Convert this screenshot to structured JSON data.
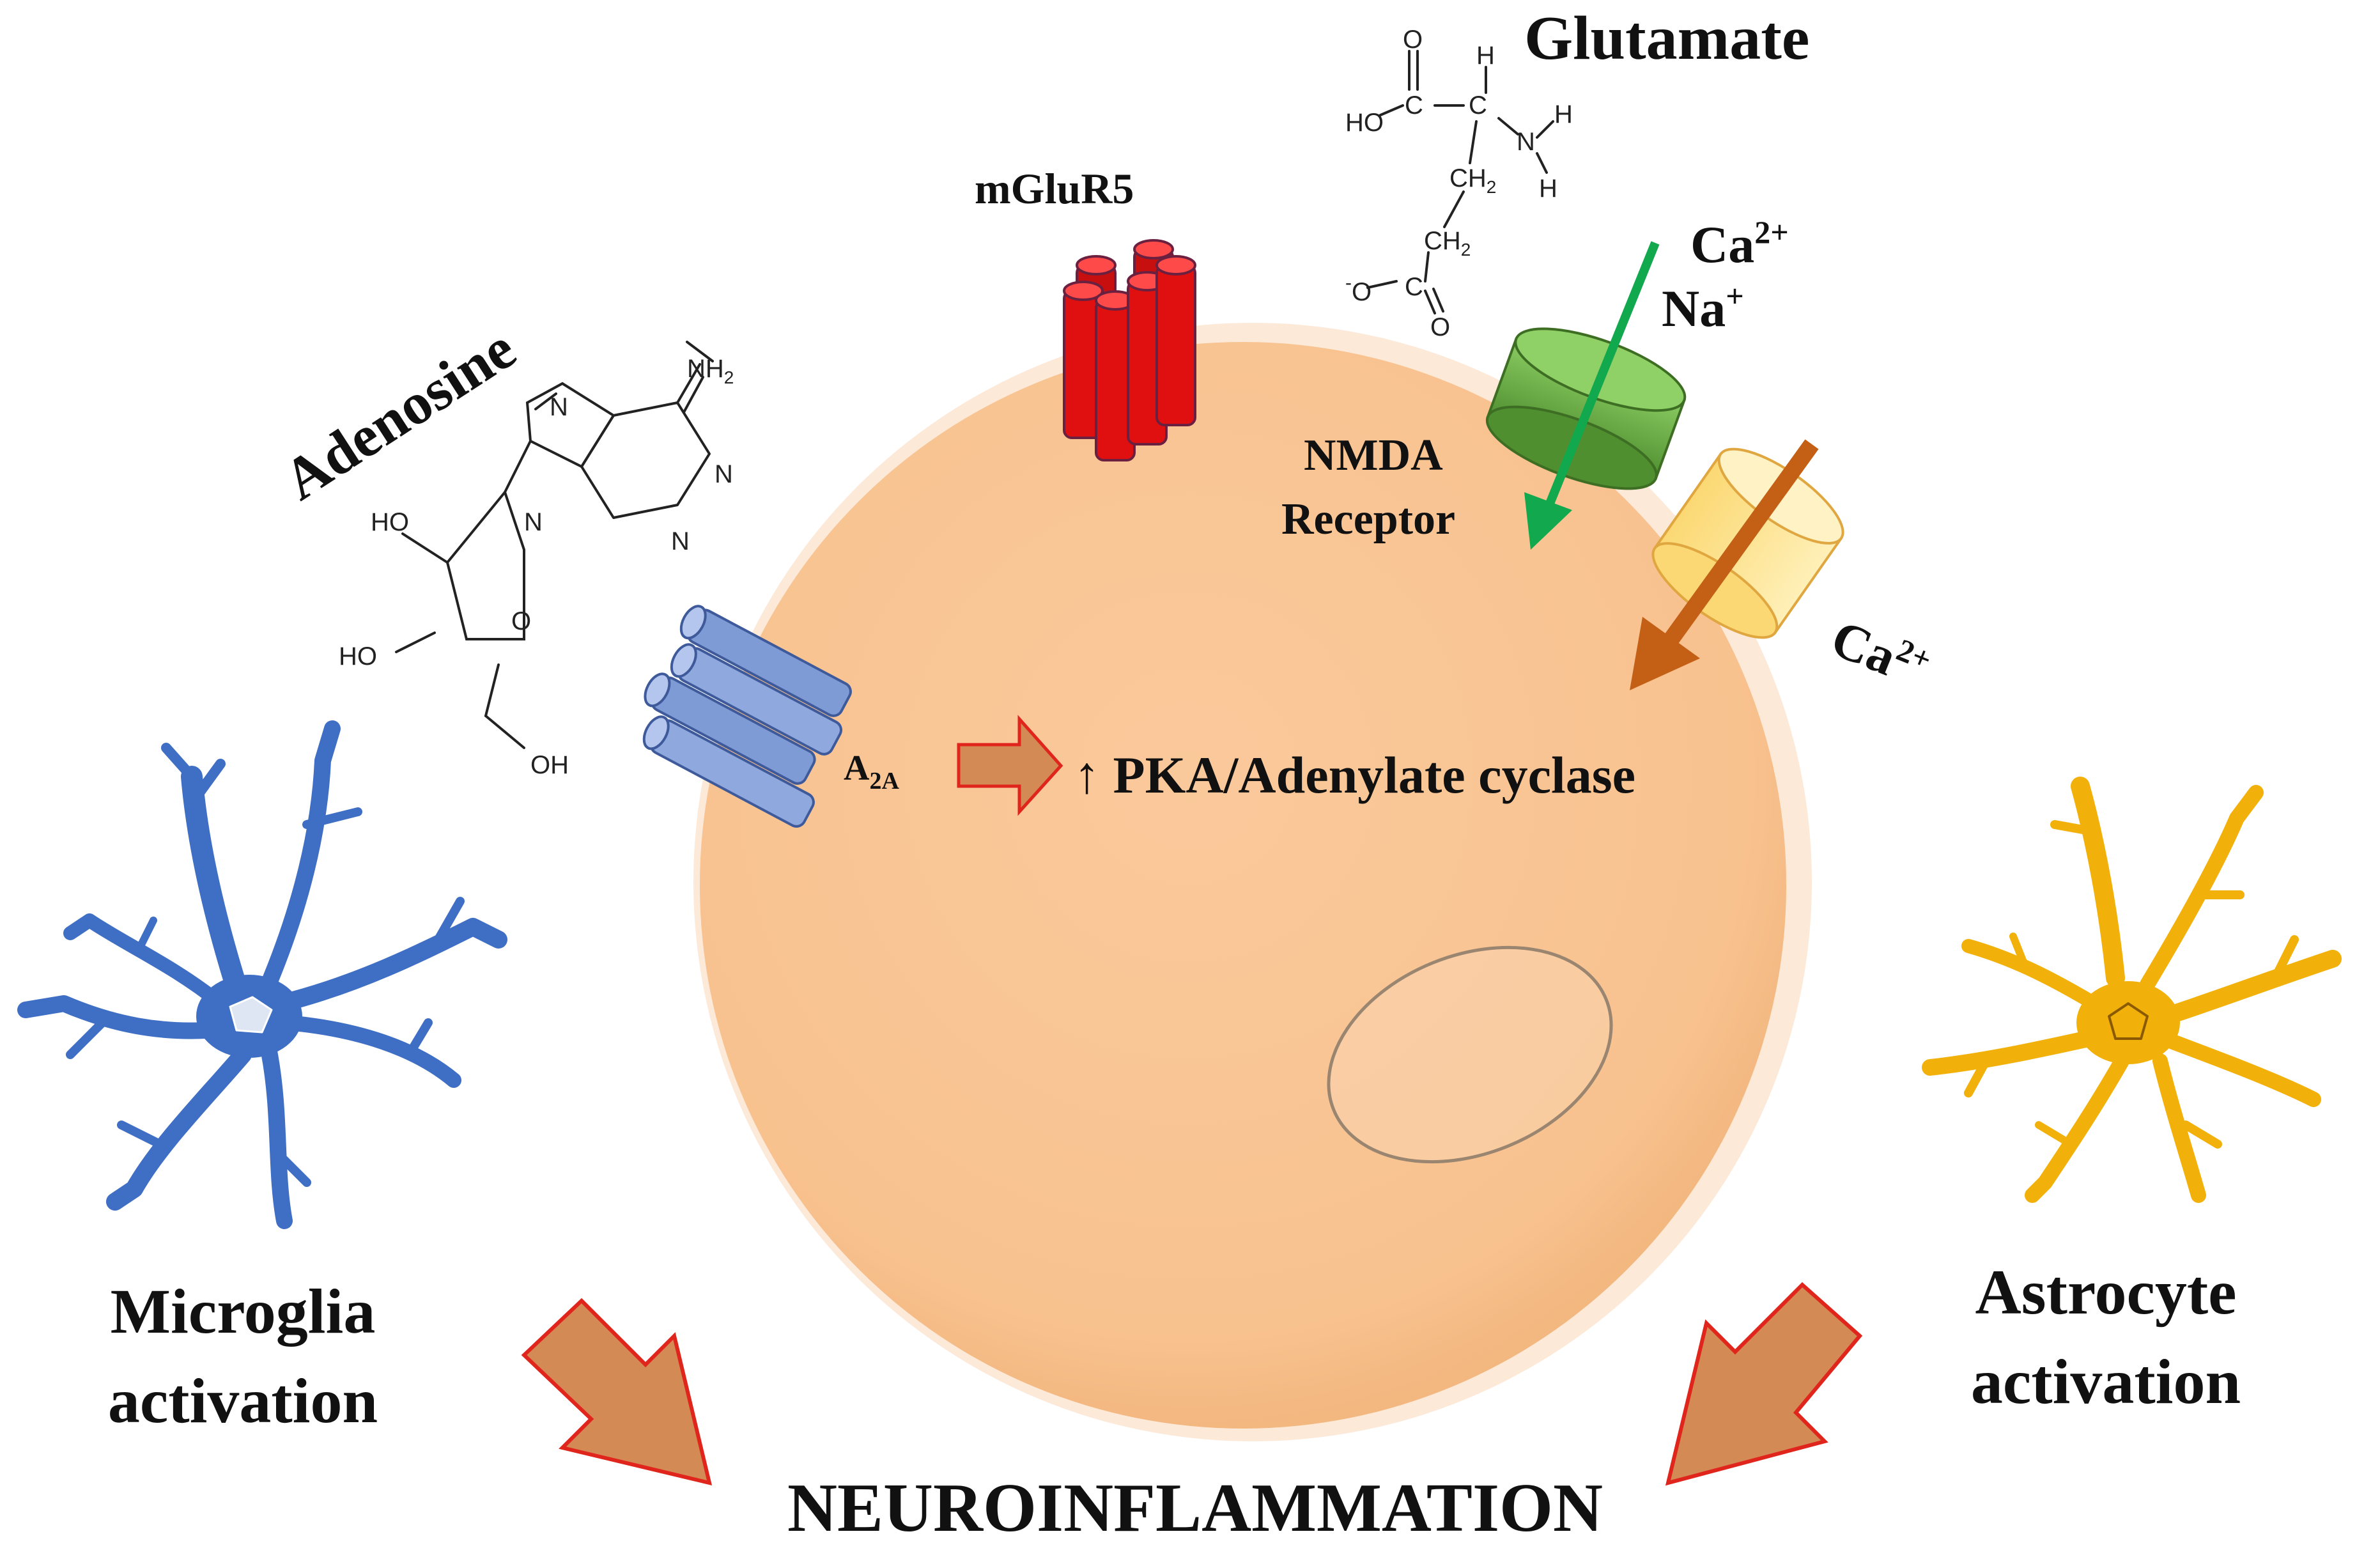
{
  "labels": {
    "glutamate": "Glutamate",
    "adenosine": "Adenosine",
    "mglur5": "mGluR5",
    "nmda_line1": "NMDA",
    "nmda_line2": "Receptor",
    "ca_nmda": "Ca",
    "ca_nmda_sup": "2+",
    "na": "Na",
    "na_sup": "+",
    "ca_channel": "Ca",
    "ca_channel_sup": "2+",
    "a2a": "A",
    "a2a_sub": "2A",
    "pka": "↑ PKA/Adenylate cyclase",
    "microglia_line1": "Microglia",
    "microglia_line2": "activation",
    "astrocyte_line1": "Astrocyte",
    "astrocyte_line2": "activation",
    "neuroinflammation": "NEUROINFLAMMATION"
  },
  "chem": {
    "ho": "HO",
    "c": "C",
    "h": "H",
    "n": "N",
    "o": "O",
    "ch2": "CH",
    "sub2": "2",
    "o_minus": "O",
    "minus": "-",
    "nh2": "NH",
    "oh": "OH"
  },
  "colors": {
    "cell": "#f9c596",
    "cell_rim": "#fde7d3",
    "microglia": "#3f6fc4",
    "astrocyte": "#f2b10a",
    "mglur5": "#e01010",
    "nmda": "#6cae44",
    "ca_channel": "#fde08a",
    "a2a": "#8fa9de",
    "arrow_green": "#12a84e",
    "arrow_brown": "#c45f16",
    "block_arrow": "#d48a55",
    "block_arrow_edge": "#e0261c"
  }
}
